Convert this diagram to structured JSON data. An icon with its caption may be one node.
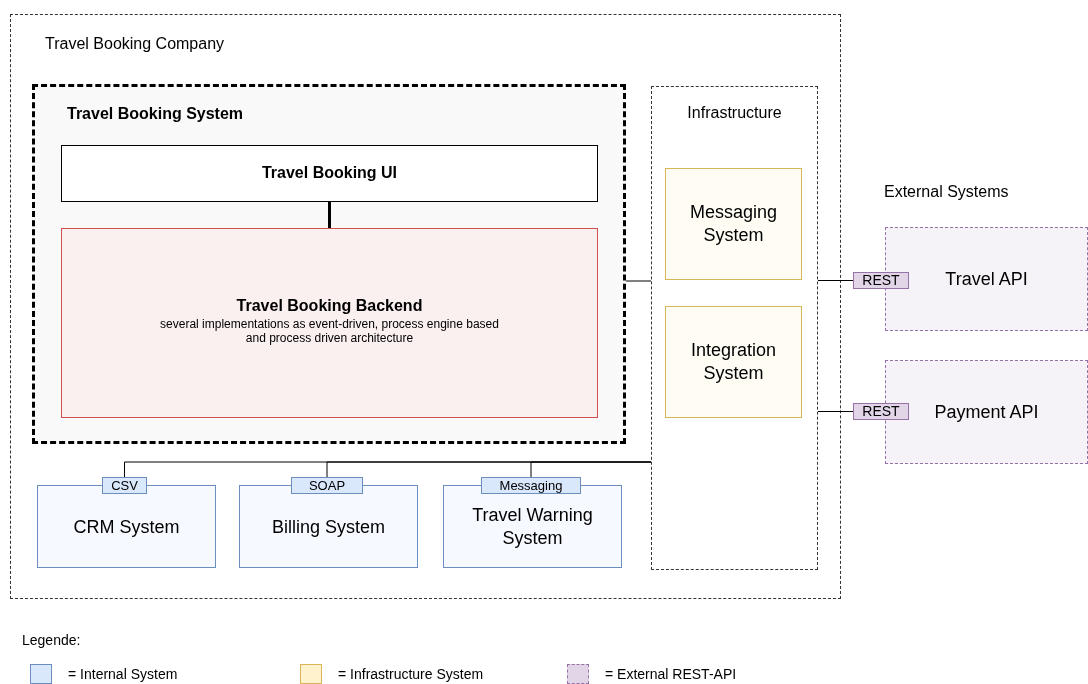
{
  "diagram": {
    "nodes": [
      {
        "text": [
          "Travel Booking Company"
        ]
      },
      {
        "text": [
          "Travel Booking System"
        ],
        "in": 0
      },
      {
        "text": [
          "Travel Booking UI"
        ],
        "in": 1
      },
      {
        "text": [
          "Travel Booking Backend",
          "several implementations as event-driven, process engine based and process driven architecture"
        ],
        "in": 1
      },
      {
        "text": [
          "Infrastructure"
        ],
        "in": 0
      },
      {
        "text": [
          "Messaging System"
        ],
        "in": 4
      },
      {
        "text": [
          "Integration System"
        ],
        "in": 4
      },
      {
        "text": [
          "CRM System"
        ],
        "in": 0
      },
      {
        "text": [
          "Billing System"
        ],
        "in": 0
      },
      {
        "text": [
          "Travel Warning System"
        ],
        "in": 0
      },
      {
        "text": [
          "CSV"
        ],
        "in": 0
      },
      {
        "text": [
          "SOAP"
        ],
        "in": 0
      },
      {
        "text": [
          "Messaging"
        ],
        "in": 0
      },
      {
        "text": [
          "Travel API"
        ]
      },
      {
        "text": [
          "REST"
        ]
      },
      {
        "text": [
          "Payment API"
        ]
      },
      {
        "text": [
          "REST"
        ]
      }
    ],
    "edges": [
      {
        "from": 2,
        "to": 3,
        "arrow": "none",
        "style": "thick"
      },
      {
        "from": 1,
        "to": 4,
        "arrow": "none"
      },
      {
        "from": 4,
        "to": 14,
        "arrow": "none"
      },
      {
        "from": 4,
        "to": 16,
        "arrow": "none"
      },
      {
        "from": 4,
        "to": 10,
        "arrow": "none"
      },
      {
        "from": 4,
        "to": 11,
        "arrow": "none"
      },
      {
        "from": 4,
        "to": 12,
        "arrow": "none"
      }
    ],
    "labels": [
      "External Systems",
      "Legende:"
    ],
    "legend": [
      {
        "text": "= Internal System",
        "color": "#dae8fc"
      },
      {
        "text": "= Infrastructure System",
        "color": "#fff2cc"
      },
      {
        "text": "= External REST-API",
        "color": "#e1d5e7"
      }
    ]
  }
}
